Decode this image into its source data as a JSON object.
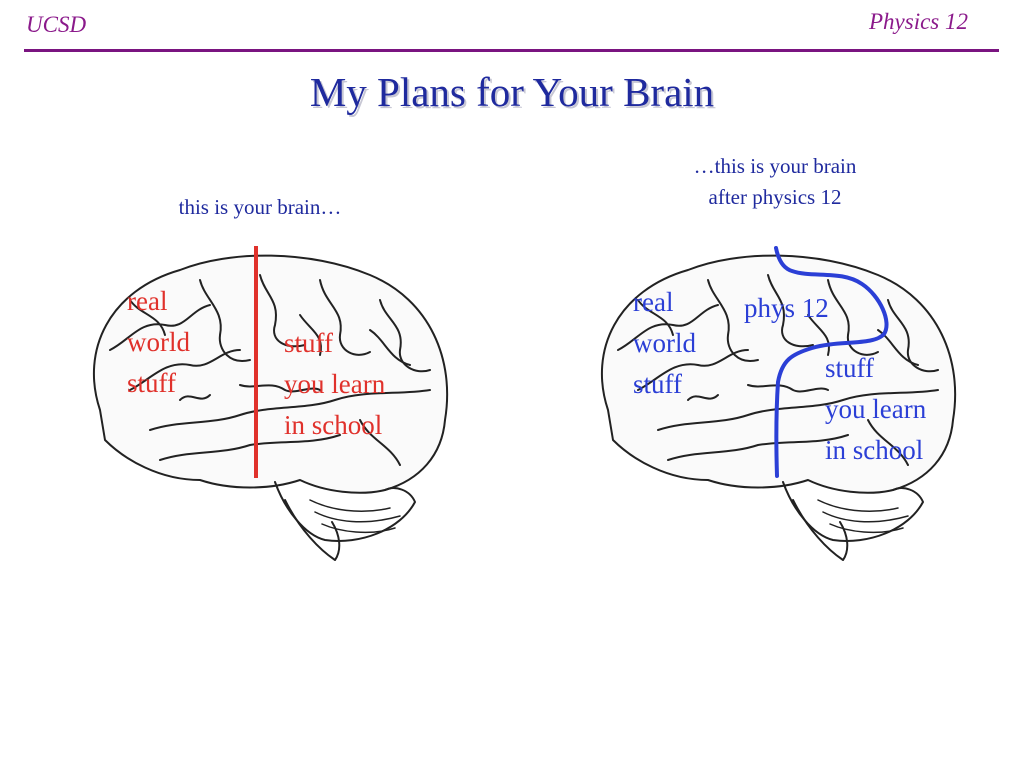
{
  "header": {
    "left": "UCSD",
    "right": "Physics 12"
  },
  "title": "My Plans for Your Brain",
  "left_panel": {
    "caption": "this is your brain…",
    "label_left": [
      "real",
      "world",
      "stuff"
    ],
    "label_right": [
      "stuff",
      "you learn",
      "in school"
    ]
  },
  "right_panel": {
    "caption_lines": [
      "…this is your brain",
      "after physics 12"
    ],
    "label_left": [
      "real",
      "world",
      "stuff"
    ],
    "label_top": "phys 12",
    "label_right": [
      "stuff",
      "you learn",
      "in school"
    ]
  },
  "colors": {
    "header": "#8b1a8b",
    "title": "#1f2a9e",
    "red": "#e0312b",
    "blue": "#2b3fd6"
  }
}
